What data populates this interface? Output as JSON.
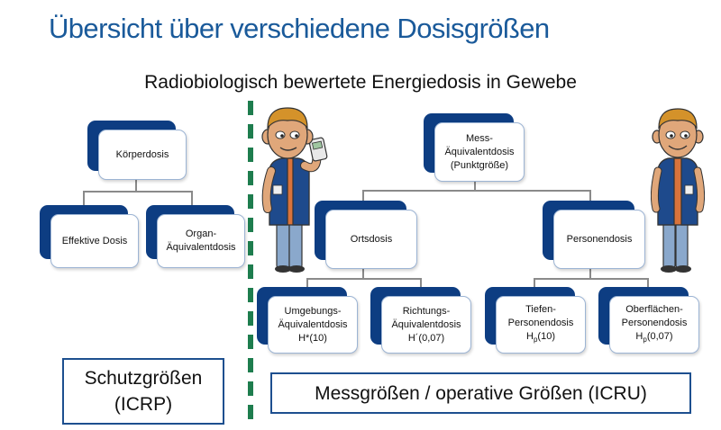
{
  "title": "Übersicht über verschiedene Dosisgrößen",
  "subtitle": "Radiobiologisch bewertete Energiedosis in Gewebe",
  "left_tree": {
    "root": "Körperdosis",
    "children": [
      "Effektive Dosis",
      "Organ-\nÄquivalentdosis"
    ]
  },
  "right_tree": {
    "root": "Mess-\nÄquivalentdosis\n(Punktgröße)",
    "ortsdosis": "Ortsdosis",
    "personendosis": "Personendosis",
    "leaves": {
      "umgebung": {
        "line1": "Umgebungs-",
        "line2": "Äquivalentdosis",
        "line3": "H*(10)"
      },
      "richtung": {
        "line1": "Richtungs-",
        "line2": "Äquivalentdosis",
        "line3": "H´(0,07)"
      },
      "tiefen": {
        "line1": "Tiefen-",
        "line2": "Personendosis",
        "symbol": "H",
        "sub": "p",
        "arg": "(10)"
      },
      "oberflaechen": {
        "line1": "Oberflächen-",
        "line2": "Personendosis",
        "symbol": "H",
        "sub": "p",
        "arg": "(0,07)"
      }
    }
  },
  "footer": {
    "left": "Schutzgrößen\n(ICRP)",
    "right": "Messgrößen / operative Größen (ICRU)"
  },
  "colors": {
    "title": "#1a5a9a",
    "box_back": "#0d3d82",
    "divider": "#1e7d4e",
    "footer_border": "#1d4f8f"
  },
  "icons": [
    "cartoon-person-with-dosimeter-icon",
    "cartoon-person-standing-icon"
  ]
}
